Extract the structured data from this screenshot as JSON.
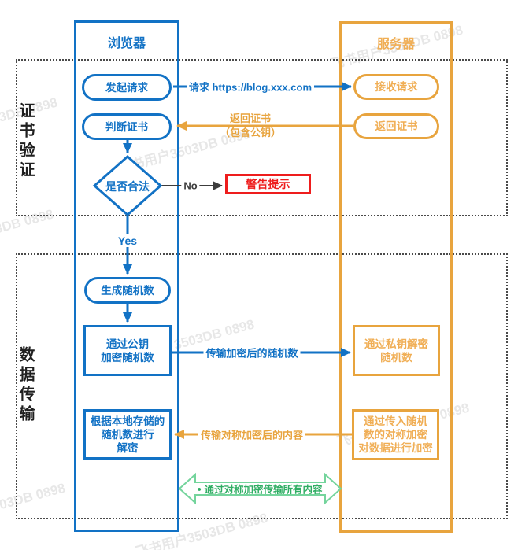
{
  "watermark": {
    "text": "飞书用户3503DB 0898"
  },
  "lanes": {
    "browser": {
      "title": "浏览器"
    },
    "server": {
      "title": "服务器"
    }
  },
  "sections": {
    "cert_verification": {
      "label": "证书验证"
    },
    "data_transfer": {
      "label": "数据传输"
    }
  },
  "nodes": {
    "initiate_request": {
      "label": "发起请求"
    },
    "receive_request": {
      "label": "接收请求"
    },
    "judge_cert": {
      "label": "判断证书"
    },
    "return_cert": {
      "label": "返回证书"
    },
    "is_valid": {
      "label": "是否合法"
    },
    "warning": {
      "label": "警告提示"
    },
    "gen_random": {
      "label": "生成随机数"
    },
    "encrypt_with_pubkey": {
      "lines": [
        "通过公钥",
        "加密随机数"
      ]
    },
    "decrypt_with_privkey": {
      "lines": [
        "通过私钥解密",
        "随机数"
      ]
    },
    "local_decrypt": {
      "lines": [
        "根据本地存储的",
        "随机数进行",
        "解密"
      ]
    },
    "symmetric_encrypt": {
      "lines": [
        "通过传入随机",
        "数的对称加密",
        "对数据进行加密"
      ]
    }
  },
  "edges": {
    "request": {
      "label": "请求 https://blog.xxx.com"
    },
    "return_cert": {
      "lines": [
        "返回证书",
        "（包含公钥）"
      ]
    },
    "no": {
      "label": "No"
    },
    "yes": {
      "label": "Yes"
    },
    "send_encrypted_random": {
      "label": "传输加密后的随机数"
    },
    "send_symmetric_content": {
      "label": "传输对称加密后的内容"
    },
    "symmetric_channel": {
      "bullet": "●",
      "label": "通过对称加密传输所有内容"
    }
  },
  "colors": {
    "blue": "#1272C5",
    "yellow": "#E8A43E",
    "yellow_text": "#F0AE55",
    "red": "#EE1D1D",
    "green": "#2FAD63",
    "green_light": "#74D49C",
    "arrow_dark": "#3C3C3C"
  }
}
